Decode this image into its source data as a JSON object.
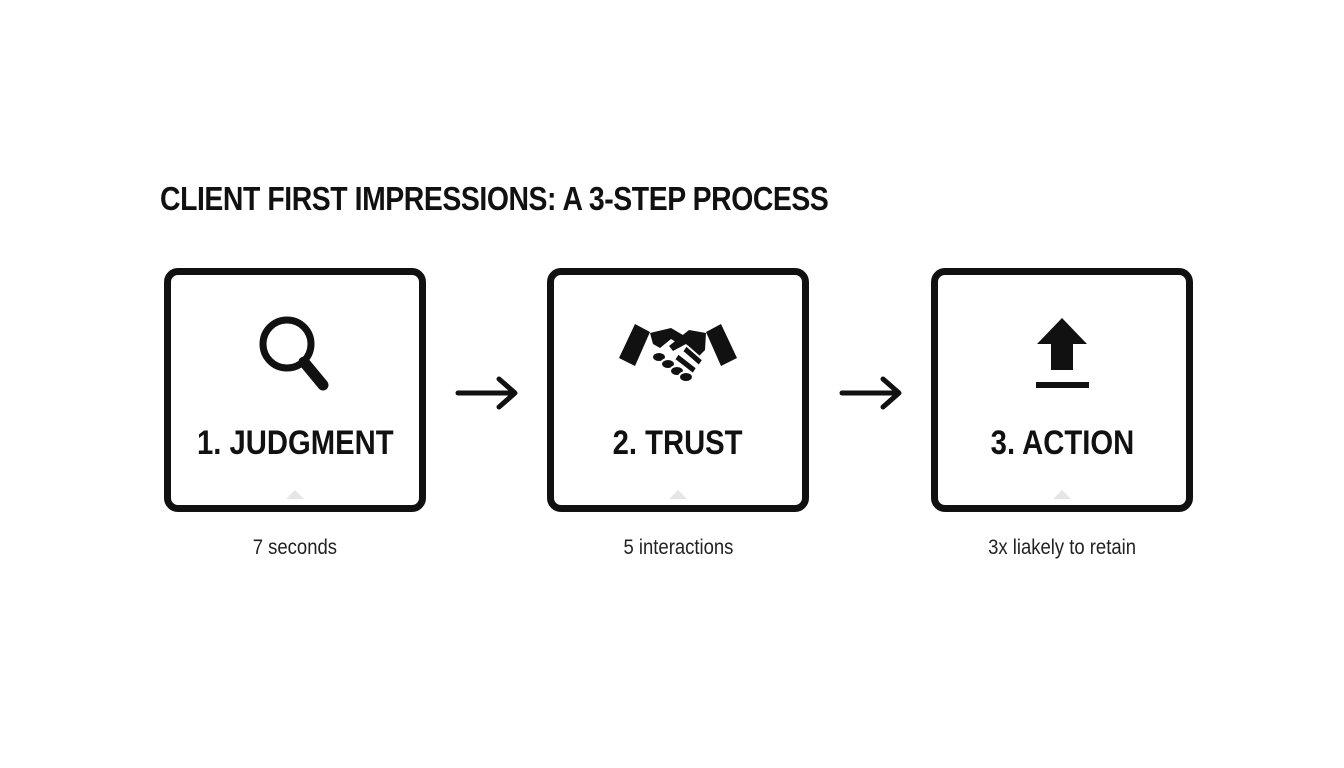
{
  "title": "CLIENT FIRST IMPRESSIONS: A 3-STEP PROCESS",
  "steps": [
    {
      "label": "1. JUDGMENT",
      "caption": "7 seconds",
      "icon": "magnifying-glass-icon"
    },
    {
      "label": "2. TRUST",
      "caption": "5 interactions",
      "icon": "handshake-icon"
    },
    {
      "label": "3. ACTION",
      "caption": "3x liakely to retain",
      "icon": "upload-arrow-icon"
    }
  ],
  "connectors": [
    "right-arrow-icon",
    "right-arrow-icon"
  ],
  "colors": {
    "ink": "#111111",
    "background": "#ffffff"
  }
}
